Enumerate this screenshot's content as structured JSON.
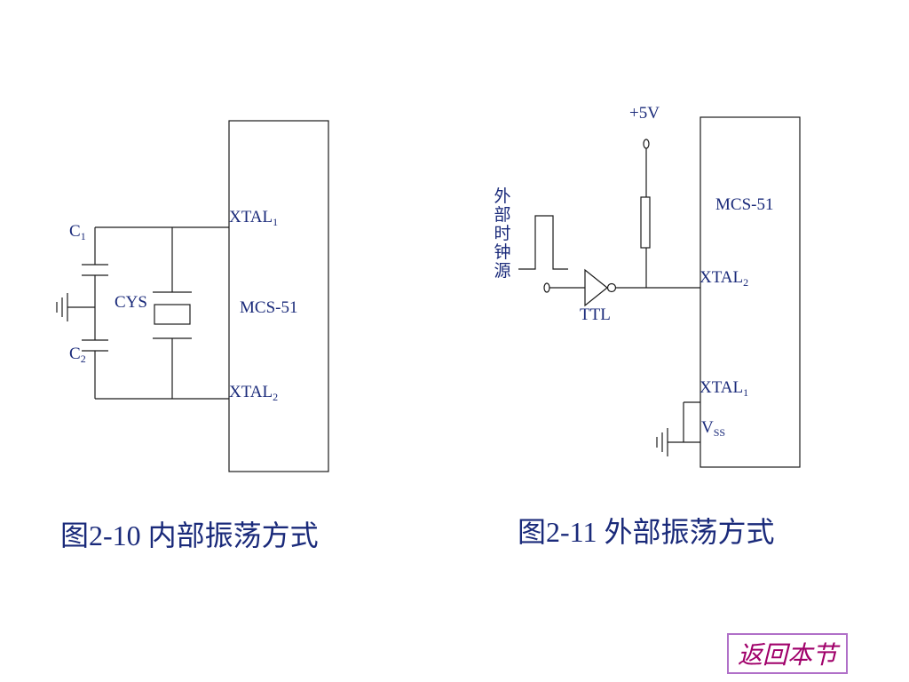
{
  "left_diagram": {
    "chip_label": "MCS-51",
    "xtal1": {
      "main": "XTAL",
      "sub": "1"
    },
    "xtal2": {
      "main": "XTAL",
      "sub": "2"
    },
    "c1": {
      "main": "C",
      "sub": "1"
    },
    "c2": {
      "main": "C",
      "sub": "2"
    },
    "crystal_label": "CYS",
    "caption": "图2-10  内部振荡方式"
  },
  "right_diagram": {
    "chip_label": "MCS-51",
    "supply_label": "+5V",
    "source_label": "外部时钟源",
    "source_chars": [
      "外",
      "部",
      "时",
      "钟",
      "源"
    ],
    "gate_label": "TTL",
    "xtal2": {
      "main": "XTAL",
      "sub": "2"
    },
    "xtal1": {
      "main": "XTAL",
      "sub": "1"
    },
    "vss": {
      "main": "V",
      "sub": "SS"
    },
    "caption": "图2-11  外部振荡方式"
  },
  "nav": {
    "back_label": "返回本节"
  },
  "colors": {
    "line": "#1a1a1a",
    "text": "#1a2a7a",
    "button_border": "#b070c8",
    "button_text": "#a0006a"
  }
}
